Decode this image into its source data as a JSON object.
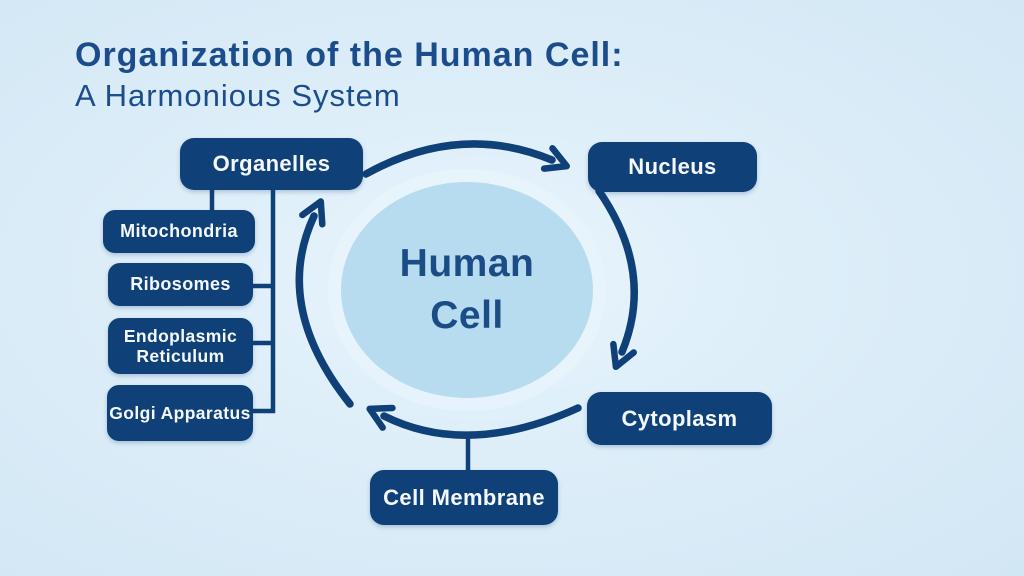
{
  "title": {
    "line1": "Organization of the Human Cell:",
    "line2": "A Harmonious System"
  },
  "center": {
    "line1": "Human",
    "line2": "Cell"
  },
  "cycle": {
    "organelles": {
      "label": "Organelles"
    },
    "nucleus": {
      "label": "Nucleus"
    },
    "cytoplasm": {
      "label": "Cytoplasm"
    },
    "membrane": {
      "label": "Cell Membrane"
    }
  },
  "organelle_items": [
    {
      "label": "Mitochondria"
    },
    {
      "label": "Ribosomes"
    },
    {
      "label": "Endoplasmic Reticulum"
    },
    {
      "label": "Golgi Apparatus"
    }
  ],
  "colors": {
    "navy": "#0F4078",
    "box-text": "#F5F9FD",
    "title": "#1B4D8C",
    "circle-fill": "#B7DCF0",
    "circle-text": "#1B4C86",
    "bg-center": "#E7F4FC",
    "bg-mid": "#DAECF8",
    "bg-edge": "#D2E7F4"
  }
}
